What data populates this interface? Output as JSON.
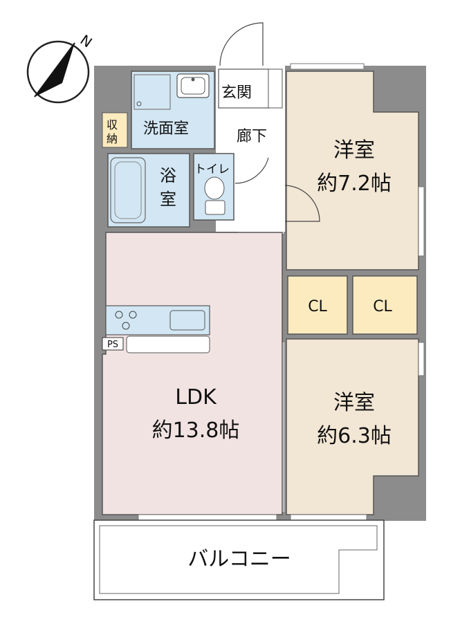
{
  "compass": {
    "north_label": "N"
  },
  "rooms": {
    "genkan": "玄関",
    "senmen": "洗面室",
    "shuno": [
      "収",
      "納"
    ],
    "rouka": "廊下",
    "yoku": [
      "浴",
      "室"
    ],
    "toilet": "トイレ",
    "youshitsu1": {
      "name": "洋室",
      "size": "約7.2帖"
    },
    "cl1": "CL",
    "cl2": "CL",
    "ldk": {
      "name": "LDK",
      "size": "約13.8帖"
    },
    "ps": "PS",
    "youshitsu2": {
      "name": "洋室",
      "size": "約6.3帖"
    },
    "balcony": "バルコニー"
  },
  "colors": {
    "wall": "#8c8c8c",
    "western_room": "#f2e6d4",
    "closet": "#fbebbf",
    "ldk": "#f2e3e3",
    "wet_area": "#d2e6f3",
    "storage": "#fbebbf"
  }
}
